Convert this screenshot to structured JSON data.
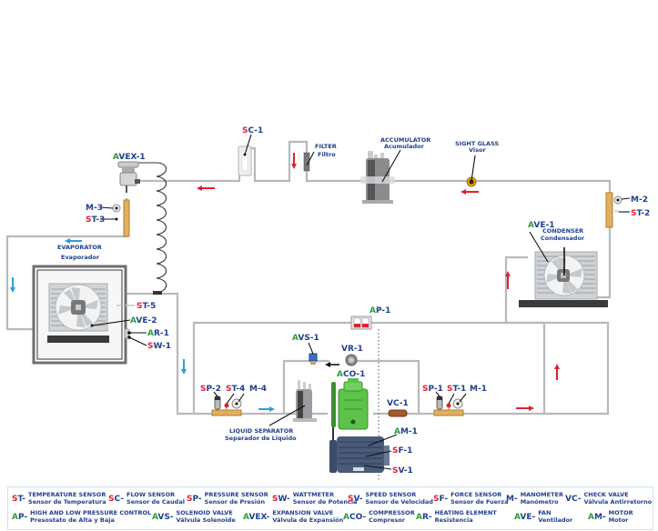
{
  "components": {
    "sc1": {
      "prefix": "S",
      "rest": "C-1"
    },
    "avex1": {
      "prefix": "A",
      "rest": "VEX-1"
    },
    "m3": "M-3",
    "st3": {
      "prefix": "S",
      "rest": "T-3"
    },
    "filter": {
      "en": "FILTER",
      "es": "Filtro"
    },
    "accumulator": {
      "en": "ACCUMULATOR",
      "es": "Acumulador"
    },
    "sight_glass": {
      "en": "SIGHT GLASS",
      "es": "Visor"
    },
    "m2": "M-2",
    "st2": {
      "prefix": "S",
      "rest": "T-2"
    },
    "ave1": {
      "prefix": "A",
      "rest": "VE-1"
    },
    "condenser": {
      "en": "CONDENSER",
      "es": "Condensador"
    },
    "evaporator": {
      "en": "EVAPORATOR",
      "es": "Evaporador"
    },
    "st5": {
      "prefix": "S",
      "rest": "T-5"
    },
    "ave2": {
      "prefix": "A",
      "rest": "VE-2"
    },
    "ar1": {
      "prefix": "A",
      "rest": "R-1"
    },
    "sw1": {
      "prefix": "S",
      "rest": "W-1"
    },
    "ap1": {
      "prefix": "A",
      "rest": "P-1"
    },
    "avs1": {
      "prefix": "A",
      "rest": "VS-1"
    },
    "vr1": "VR-1",
    "aco1": {
      "prefix": "A",
      "rest": "CO-1"
    },
    "sp2": {
      "prefix": "S",
      "rest": "P-2"
    },
    "st4": {
      "prefix": "S",
      "rest": "T-4"
    },
    "m4": "M-4",
    "vc1": "VC-1",
    "sp1": {
      "prefix": "S",
      "rest": "P-1"
    },
    "st1": {
      "prefix": "S",
      "rest": "T-1"
    },
    "m1": "M-1",
    "am1": {
      "prefix": "A",
      "rest": "M-1"
    },
    "sf1": {
      "prefix": "S",
      "rest": "F-1"
    },
    "sv1": {
      "prefix": "S",
      "rest": "V-1"
    },
    "liquid_separator": {
      "en": "LIQUID SEPARATOR",
      "es": "Separador de Liquido"
    }
  },
  "colors": {
    "sensor_prefix": "#e02030",
    "actuator_prefix": "#2a9d3a",
    "label_text": "#1f3f8f",
    "pipe": "#b7b9bc",
    "flow_arrow_hot": "#e02030",
    "flow_arrow_cold": "#2a9fd8",
    "compressor": "#5cc24a",
    "motor": "#4a5a78"
  },
  "legend": [
    {
      "prefix": "S",
      "rest": "T-",
      "color": "red",
      "en": "TEMPERATURE SENSOR",
      "es": "Sensor de Temperatura"
    },
    {
      "prefix": "S",
      "rest": "C-",
      "color": "red",
      "en": "FLOW SENSOR",
      "es": "Sensor de Caudal"
    },
    {
      "prefix": "S",
      "rest": "P-",
      "color": "red",
      "en": "PRESSURE SENSOR",
      "es": "Sensor de Presión"
    },
    {
      "prefix": "S",
      "rest": "W-",
      "color": "red",
      "en": "WATTMETER",
      "es": "Sensor de Potencia"
    },
    {
      "prefix": "S",
      "rest": "V-",
      "color": "red",
      "en": "SPEED SENSOR",
      "es": "Sensor de Velocidad"
    },
    {
      "prefix": "S",
      "rest": "F-",
      "color": "red",
      "en": "FORCE SENSOR",
      "es": "Sensor de Fuerza"
    },
    {
      "prefix": "",
      "rest": "M-",
      "color": "blue",
      "en": "MANOMETER",
      "es": "Manómetro"
    },
    {
      "prefix": "",
      "rest": "VC-",
      "color": "blue",
      "en": "CHECK VALVE",
      "es": "Válvula Antirretorno"
    },
    {
      "prefix": "A",
      "rest": "P-",
      "color": "green",
      "en": "HIGH AND LOW PRESSURE CONTROL",
      "es": "Presostato de Alta y Baja"
    },
    {
      "prefix": "A",
      "rest": "VS-",
      "color": "green",
      "en": "SOLENOID VALVE",
      "es": "Válvula Solenoide"
    },
    {
      "prefix": "A",
      "rest": "VEX-",
      "color": "green",
      "en": "EXPANSION VALVE",
      "es": "Válvula de Expansión"
    },
    {
      "prefix": "A",
      "rest": "CO-",
      "color": "green",
      "en": "COMPRESSOR",
      "es": "Compresor"
    },
    {
      "prefix": "A",
      "rest": "R-",
      "color": "green",
      "en": "HEATING ELEMENT",
      "es": "Resistencia"
    },
    {
      "prefix": "A",
      "rest": "VE-",
      "color": "green",
      "en": "FAN",
      "es": "Ventilador"
    },
    {
      "prefix": "A",
      "rest": "M-",
      "color": "green",
      "en": "MOTOR",
      "es": "Motor"
    }
  ]
}
